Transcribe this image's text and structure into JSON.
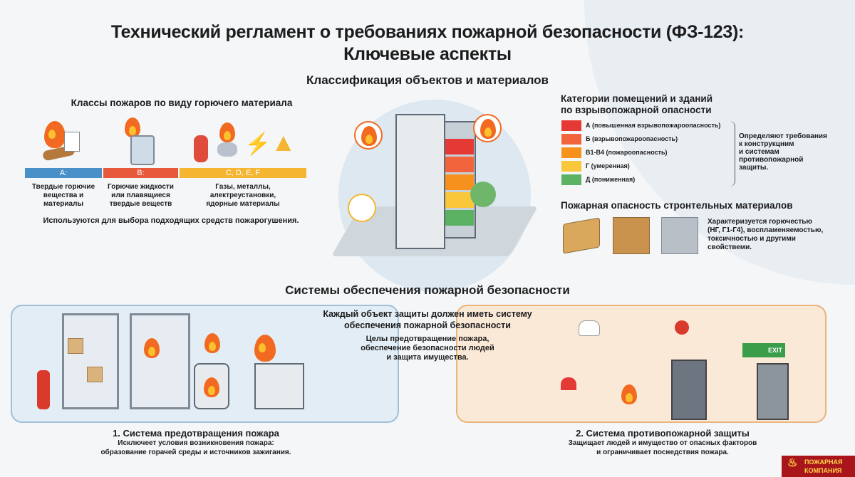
{
  "title": {
    "line1": "Технический регламент о требованиях пожарной безопасности (ФЗ-123):",
    "line2": "Ключевые аспекты"
  },
  "classification": {
    "heading": "Классификация объектов и материалов",
    "fire_classes": {
      "heading": "Классы пожаров по виду горючего материала",
      "classes": [
        {
          "label": "A:",
          "desc": [
            "Твердые горючие",
            "вещества и",
            "материалы"
          ],
          "color": "#4a90c8"
        },
        {
          "label": "B:",
          "desc": [
            "Горючие жидкости",
            "или плавящиеся",
            "твердые веществ"
          ],
          "color": "#e8583a"
        },
        {
          "label": "C, D, E, F",
          "desc": [
            "Газы, металлы,",
            "алектреустановки,",
            "ядорные материалы"
          ],
          "color": "#f5b531"
        }
      ],
      "footer": "Используются для выбора подходящих средств пожарогушения."
    },
    "categories": {
      "heading": [
        "Категории помещений и зданий",
        "по взрывопожарной опасности"
      ],
      "items": [
        {
          "label": "А (повышенная взрывопожароопасность)",
          "color": "#e53935"
        },
        {
          "label": "Б (взрывопожароопасность)",
          "color": "#f2643c"
        },
        {
          "label": "В1-В4 (пожароопасность)",
          "color": "#f7911e"
        },
        {
          "label": "Г (умеренная)",
          "color": "#fbc73a"
        },
        {
          "label": "Д (пониженная)",
          "color": "#5cb263"
        }
      ],
      "note": [
        "Определяют требования",
        "к конструкцним",
        "и системам",
        "противопожарной",
        "защиты."
      ]
    },
    "materials": {
      "heading": "Пожарная опасность стронтельных материалов",
      "desc": [
        "Характеризуется горючестью",
        "(НГ, Г1-Г4), воспламеняемостью,",
        "токсичностью и другими",
        "свойствеми."
      ]
    }
  },
  "systems": {
    "heading": "Системы обеспечения пожарной безопасности",
    "center": {
      "title": [
        "Каждый объект защиты должен иметь систему",
        "обеспечения пожарной безопасности"
      ],
      "goals": [
        "Целы предотвращение пожара,",
        "обеспечение безопасности людей",
        "и защита имущества."
      ]
    },
    "prevention": {
      "title": "1. Система предотвращения пожара",
      "desc": [
        "Исключеет условия возникновения пожара:",
        "образование горачей среды и источников зажигания."
      ]
    },
    "protection": {
      "title": "2. Система противопожарной защиты",
      "desc": [
        "Защищает людей и имущество от опасных факторов",
        "и ограничивает поснедствия пожара."
      ],
      "exit_sign": "EXIT"
    }
  },
  "logo": {
    "line1": "ПОЖАРНАЯ",
    "line2": "КОМПАНИЯ"
  }
}
